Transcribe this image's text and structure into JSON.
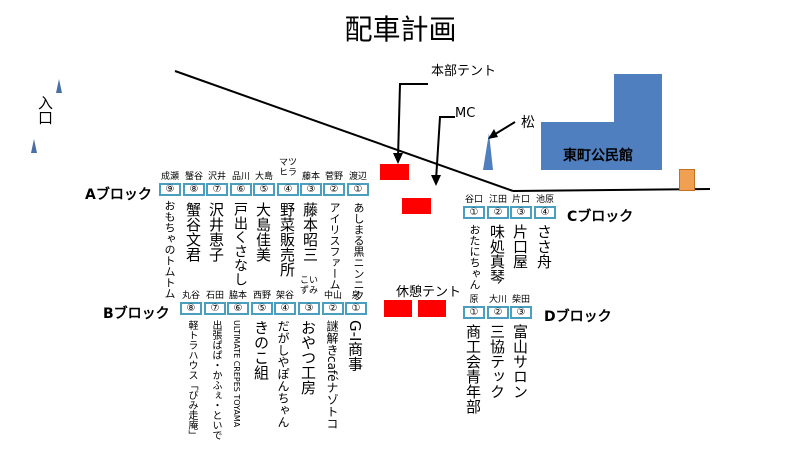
{
  "title": "配車計画",
  "entrance": "入口",
  "labels": {
    "honbu": "本部テント",
    "mc": "MC",
    "matsu": "松",
    "kyukei": "休憩テント",
    "hall": "東町公民館"
  },
  "blocks": {
    "A": {
      "label": "Aブロック",
      "stalls": [
        {
          "num": "⑨",
          "surname": "成瀬",
          "name": "おもちゃのトムトム"
        },
        {
          "num": "⑧",
          "surname": "蟹谷",
          "name": "蟹谷文君"
        },
        {
          "num": "⑦",
          "surname": "沢井",
          "name": "沢井恵子"
        },
        {
          "num": "⑥",
          "surname": "品川",
          "name": "戸出くさなし"
        },
        {
          "num": "⑤",
          "surname": "大島",
          "name": "大島佳美"
        },
        {
          "num": "④",
          "surname": "マツヒラ",
          "name": "野菜販売所"
        },
        {
          "num": "③",
          "surname": "藤本",
          "name": "藤本昭三"
        },
        {
          "num": "②",
          "surname": "菅野",
          "name": "アイリスファーム"
        },
        {
          "num": "①",
          "surname": "渡辺",
          "name": "あしまる黒ニンニク"
        }
      ]
    },
    "B": {
      "label": "Bブロック",
      "stalls": [
        {
          "num": "⑧",
          "surname": "丸谷",
          "name": "軽トラハウス「ぴみ走庵」"
        },
        {
          "num": "⑦",
          "surname": "石田",
          "name": "出張ぱぱ・かふぇ・といで"
        },
        {
          "num": "⑥",
          "surname": "脇本",
          "name": "ULTIMATE CREPES TOYAMA"
        },
        {
          "num": "⑤",
          "surname": "西野",
          "name": "きのこ組"
        },
        {
          "num": "④",
          "surname": "架谷",
          "name": "だがしやぽんちゃん"
        },
        {
          "num": "③",
          "surname": "こいずみ",
          "name": "おやつ工房"
        },
        {
          "num": "②",
          "surname": "中山",
          "name": "謎解きcaféナゾトコ"
        },
        {
          "num": "①",
          "surname": "泉",
          "name": "G-I商事"
        }
      ]
    },
    "C": {
      "label": "Cブロック",
      "stalls": [
        {
          "num": "①",
          "surname": "谷口",
          "name": "おたにちゃん"
        },
        {
          "num": "②",
          "surname": "江田",
          "name": "味処真琴"
        },
        {
          "num": "③",
          "surname": "片口",
          "name": "片口屋"
        },
        {
          "num": "④",
          "surname": "池原",
          "name": "ささ舟"
        }
      ]
    },
    "D": {
      "label": "Dブロック",
      "stalls": [
        {
          "num": "①",
          "surname": "原",
          "name": "商工会青年部"
        },
        {
          "num": "②",
          "surname": "大川",
          "name": "三協テック"
        },
        {
          "num": "③",
          "surname": "柴田",
          "name": "富山サロン"
        }
      ]
    }
  }
}
